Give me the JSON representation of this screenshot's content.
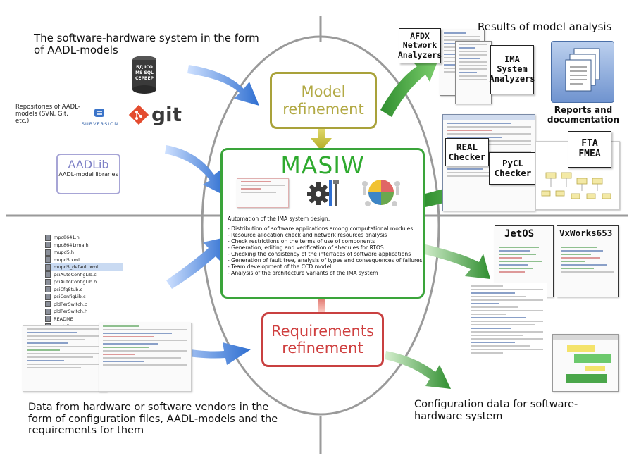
{
  "captions": {
    "top_left": "The software-hardware system in the form of AADL-models",
    "results": "Results of model analysis",
    "bottom_left": "Data from hardware or software vendors in the form of configuration files, AADL-models and the requirements for them",
    "bottom_right": "Configuration data for software-hardware system"
  },
  "repositories": {
    "label": "Repositories of AADL-models (SVN, Git, etc.)",
    "subversion": "SUBVERSION",
    "git": "git",
    "db_lines": [
      "БД ICO",
      "MS SQL",
      "СЕРВЕР"
    ]
  },
  "aadlib": {
    "title": "AADLib",
    "subtitle": "AADL-model libraries"
  },
  "model_refinement": "Model refinement",
  "requirements_refinement": "Requirements refinement",
  "masiw": {
    "title": "MASIW",
    "intro": "Automation of the IMA system design:",
    "items": [
      "- Distribution of software applications among computational modules",
      "- Resource allocation check and network resources analysis",
      "- Check restrictions on the terms of use of components",
      "- Generation, editing and verification of shedules for RTOS",
      "- Checking the consistency of the interfaces of software applications",
      "- Generation of fault tree, analysis of types and consequences of failures",
      "- Team development of the CCD model",
      "- Analysis of the architecture variants of the IMA system"
    ]
  },
  "tools": {
    "afdx": "AFDX Network Analyzers",
    "ima": "IMA System Analyzers",
    "reports": "Reports and documentation",
    "fta": "FTA FMEA",
    "real": "REAL Checker",
    "pycl": "PyCL Checker",
    "jetos": "JetOS",
    "vxworks": "VxWorks653"
  },
  "files": [
    "mpc8641.h",
    "mpc8641rma.h",
    "mupd5.h",
    "mupd5.xml",
    "mupd5_default.xml",
    "pciAutoConfigLib.c",
    "pciAutoConfigLib.h",
    "pciCfgStub.c",
    "pciConfigLib.c",
    "pldPerSwitch.c",
    "pldPerSwitch.h",
    "README",
    "romInit.s"
  ],
  "colors": {
    "model_border": "#a9a23a",
    "req_border": "#c94040",
    "masiw_border": "#3aa43a",
    "arrow_blue": "#3c7fd8",
    "arrow_green": "#3e9e3e"
  },
  "icons": [
    "database-icon",
    "subversion-logo",
    "git-logo",
    "gear-icon",
    "tools-icon",
    "puzzle-icon",
    "document-stack-icon"
  ]
}
